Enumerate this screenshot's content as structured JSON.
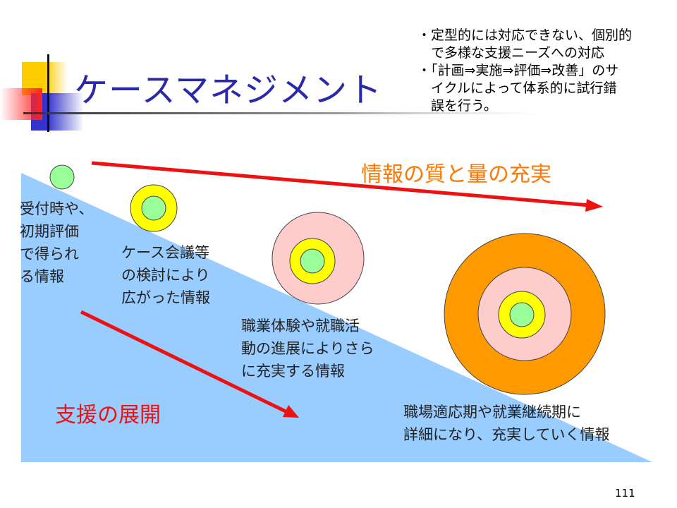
{
  "title": "ケースマネジメント",
  "bullets": "・定型的には対応できない、個別的\n　で多様な支援ニーズへの対応\n・「計画⇒実施⇒評価⇒改善」のサ\n　イクルによって体系的に試行錯\n　誤を行う。",
  "top_arrow_label": "情報の質と量の充実",
  "bottom_arrow_label": "支援の展開",
  "stages": [
    "受付時や、\n初期評価\nで得られ\nる情報",
    "ケース会議等\nの検討により\n広がった情報",
    "職業体験や就職活\n動の進展によりさら\nに充実する情報",
    "職場適応期や就業継続期に\n詳細になり、充実していく情報"
  ],
  "page_number": "111",
  "colors": {
    "title": "#2a2aa8",
    "arrow": "#ee1111",
    "accent_text": "#ff7700",
    "triangle": "#99ccff",
    "green": "#99ff99",
    "yellow": "#ffff00",
    "pink": "#ffcccc",
    "orange": "#ff9900"
  }
}
